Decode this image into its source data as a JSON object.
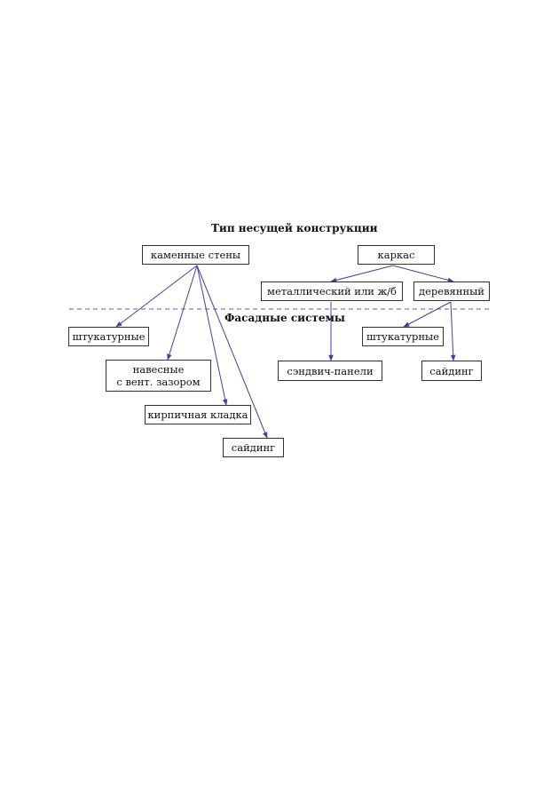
{
  "headings": {
    "load_bearing_type": "Тип несущей конструкции",
    "facade_systems": "Фасадные системы"
  },
  "nodes": {
    "stone_walls": "каменные стены",
    "frame": "каркас",
    "metal_or_rc": "металлический или ж/б",
    "wooden": "деревянный",
    "plaster_left": "штукатурные",
    "ventilated": "навесные\nс вент. зазором",
    "brick_cladding": "кирпичная кладка",
    "siding_left": "сайдинг",
    "sandwich_panels": "сэндвич-панели",
    "plaster_right": "штукатурные",
    "siding_right": "сайдинг"
  },
  "colors": {
    "arrow": "#4040a8",
    "divider": "#5a5ab8",
    "box_border": "#333333",
    "text": "#111111"
  }
}
